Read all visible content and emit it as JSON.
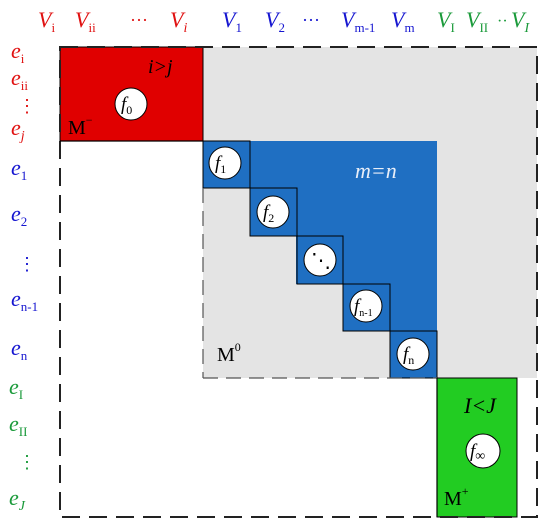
{
  "colors": {
    "red": "#e00000",
    "blue": "#1f6fc2",
    "green": "#22cc22",
    "grey": "#e4e4e4",
    "label_red": "#e01010",
    "label_blue": "#1515d0",
    "label_green": "#1a9a3a"
  },
  "columns": {
    "red": [
      "V",
      "i",
      "V",
      "ii",
      "···",
      "V",
      "i"
    ],
    "blue": [
      "V",
      "1",
      "V",
      "2",
      "···",
      "V",
      "m-1",
      "V",
      "m"
    ],
    "green": [
      "V",
      "I",
      "V",
      "II",
      "··",
      "V",
      "I"
    ]
  },
  "rows": {
    "red": [
      "e",
      "i",
      "e",
      "ii",
      "⋮",
      "e",
      "j"
    ],
    "blue": [
      "e",
      "1",
      "e",
      "2",
      "⋮",
      "e",
      "n-1",
      "e",
      "n"
    ],
    "green": [
      "e",
      "I",
      "e",
      "II",
      "⋮",
      "e",
      "J"
    ]
  },
  "blocks": {
    "minus": {
      "matrix": "M",
      "sup": "−",
      "condition": "i>j",
      "f": "f",
      "sub": "0"
    },
    "zero": {
      "matrix": "M",
      "sup": "0",
      "condition": "m=n"
    },
    "plus": {
      "matrix": "M",
      "sup": "+",
      "condition": "I<J",
      "f": "f",
      "sub": "∞"
    }
  },
  "diagonal": [
    {
      "f": "f",
      "sub": "1"
    },
    {
      "f": "f",
      "sub": "2"
    },
    {
      "dots": "⋱"
    },
    {
      "f": "f",
      "sub": "n-1"
    },
    {
      "f": "f",
      "sub": "n"
    }
  ]
}
